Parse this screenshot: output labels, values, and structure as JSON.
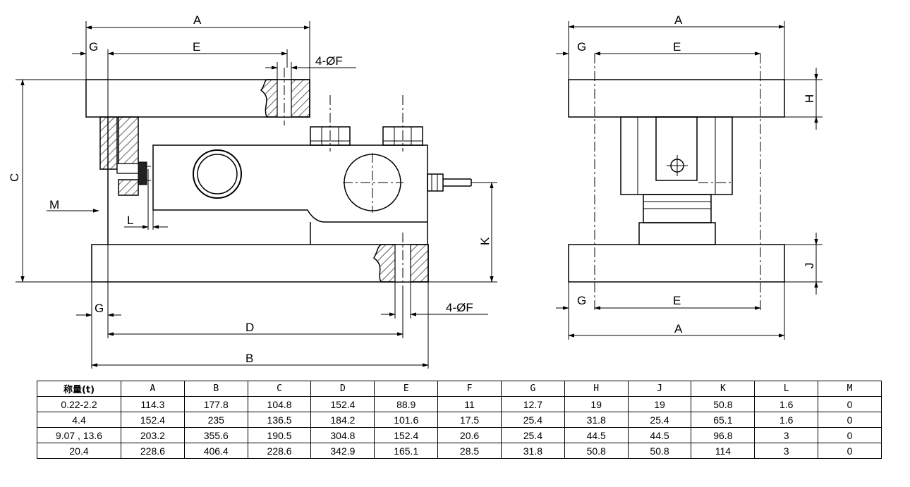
{
  "labels": {
    "A": "A",
    "B": "B",
    "C": "C",
    "D": "D",
    "E": "E",
    "G": "G",
    "H": "H",
    "J": "J",
    "K": "K",
    "L": "L",
    "M": "M",
    "F": "4-ØF"
  },
  "table": {
    "headers": [
      "称量(t)",
      "A",
      "B",
      "C",
      "D",
      "E",
      "F",
      "G",
      "H",
      "J",
      "K",
      "L",
      "M"
    ],
    "rows": [
      [
        "0.22-2.2",
        "114.3",
        "177.8",
        "104.8",
        "152.4",
        "88.9",
        "11",
        "12.7",
        "19",
        "19",
        "50.8",
        "1.6",
        "0"
      ],
      [
        "4.4",
        "152.4",
        "235",
        "136.5",
        "184.2",
        "101.6",
        "17.5",
        "25.4",
        "31.8",
        "25.4",
        "65.1",
        "1.6",
        "0"
      ],
      [
        "9.07 , 13.6",
        "203.2",
        "355.6",
        "190.5",
        "304.8",
        "152.4",
        "20.6",
        "25.4",
        "44.5",
        "44.5",
        "96.8",
        "3",
        "0"
      ],
      [
        "20.4",
        "228.6",
        "406.4",
        "228.6",
        "342.9",
        "165.1",
        "28.5",
        "31.8",
        "50.8",
        "50.8",
        "114",
        "3",
        "0"
      ]
    ]
  }
}
